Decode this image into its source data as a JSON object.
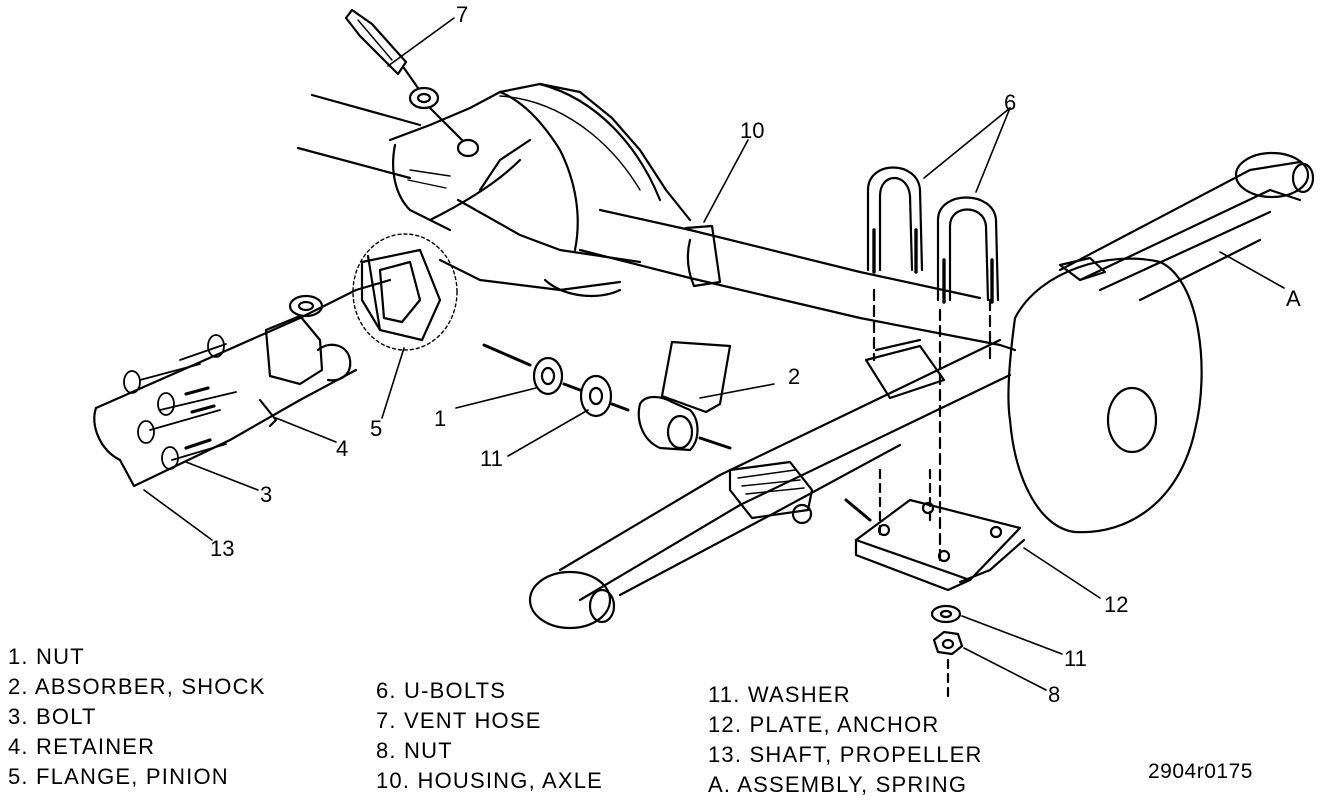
{
  "callouts": {
    "c7": "7",
    "c10": "10",
    "c6": "6",
    "cA": "A",
    "c2": "2",
    "c1": "1",
    "c11a": "11",
    "c5": "5",
    "c4": "4",
    "c3": "3",
    "c13": "13",
    "c12": "12",
    "c11b": "11",
    "c8": "8"
  },
  "legend": {
    "col1": [
      "1. NUT",
      "2. ABSORBER, SHOCK",
      "3. BOLT",
      "4. RETAINER",
      "5. FLANGE, PINION"
    ],
    "col2": [
      "6. U-BOLTS",
      "7. VENT HOSE",
      "8. NUT",
      "10. HOUSING, AXLE"
    ],
    "col3": [
      "11. WASHER",
      "12. PLATE, ANCHOR",
      "13. SHAFT, PROPELLER",
      "A. ASSEMBLY, SPRING"
    ]
  },
  "figure_id": "2904r0175"
}
